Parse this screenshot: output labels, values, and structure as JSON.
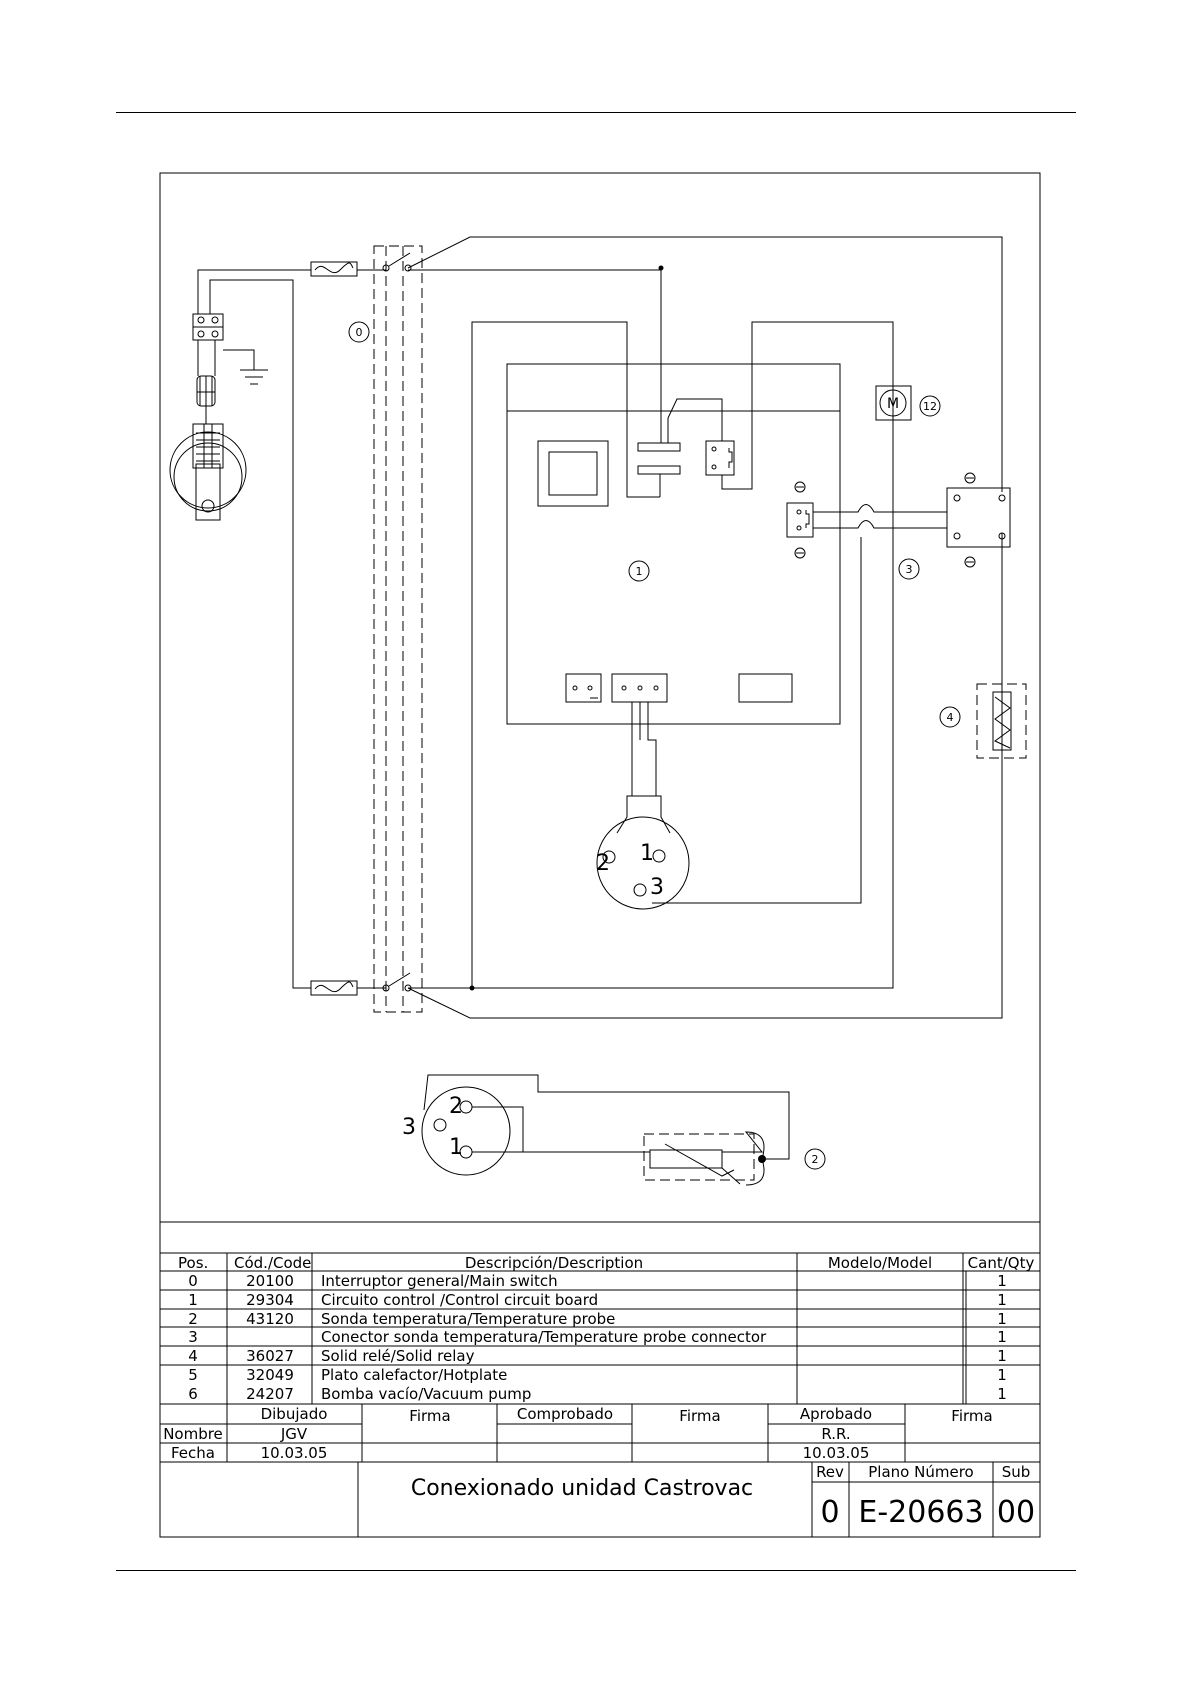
{
  "callouts": {
    "c0": "0",
    "c1": "1",
    "c2": "2",
    "c3": "3",
    "c4": "4",
    "c12": "12"
  },
  "motor_symbol": "M",
  "pin_labels": {
    "upper": {
      "p1": "1",
      "p2": "2",
      "p3": "3"
    },
    "lower": {
      "p1": "1",
      "p2": "2",
      "p3": "3"
    }
  },
  "parts_table": {
    "headers": {
      "pos": "Pos.",
      "code": "Cód./Code",
      "description": "Descripción/Description",
      "model": "Modelo/Model",
      "qty": "Cant/Qty"
    },
    "rows": [
      {
        "pos": "0",
        "code": "20100",
        "description": "Interruptor general/Main switch",
        "model": "",
        "qty": "1"
      },
      {
        "pos": "1",
        "code": "29304",
        "description": "Circuito control /Control circuit board",
        "model": "",
        "qty": "1"
      },
      {
        "pos": "2",
        "code": "43120",
        "description": "Sonda temperatura/Temperature probe",
        "model": "",
        "qty": "1"
      },
      {
        "pos": "3",
        "code": "",
        "description": "Conector sonda temperatura/Temperature probe connector",
        "model": "",
        "qty": "1"
      },
      {
        "pos": "4",
        "code": "36027",
        "description": "Solid relé/Solid relay",
        "model": "",
        "qty": "1"
      },
      {
        "pos": "5",
        "code": "32049",
        "description": "Plato calefactor/Hotplate",
        "model": "",
        "qty": "1"
      },
      {
        "pos": "6",
        "code": "24207",
        "description": "Bomba vacío/Vacuum pump",
        "model": "",
        "qty": "1"
      }
    ]
  },
  "title_block": {
    "dibujado": "Dibujado",
    "firma": "Firma",
    "comprobado": "Comprobado",
    "aprobado": "Aprobado",
    "nombre_label": "Nombre",
    "fecha_label": "Fecha",
    "dibujado_nombre": "JGV",
    "dibujado_fecha": "10.03.05",
    "aprobado_nombre": "R.R.",
    "aprobado_fecha": "10.03.05",
    "title": "Conexionado unidad Castrovac",
    "rev_label": "Rev",
    "plano_label": "Plano Número",
    "sub_label": "Sub",
    "rev": "0",
    "plano": "E-20663",
    "sub": "00"
  }
}
